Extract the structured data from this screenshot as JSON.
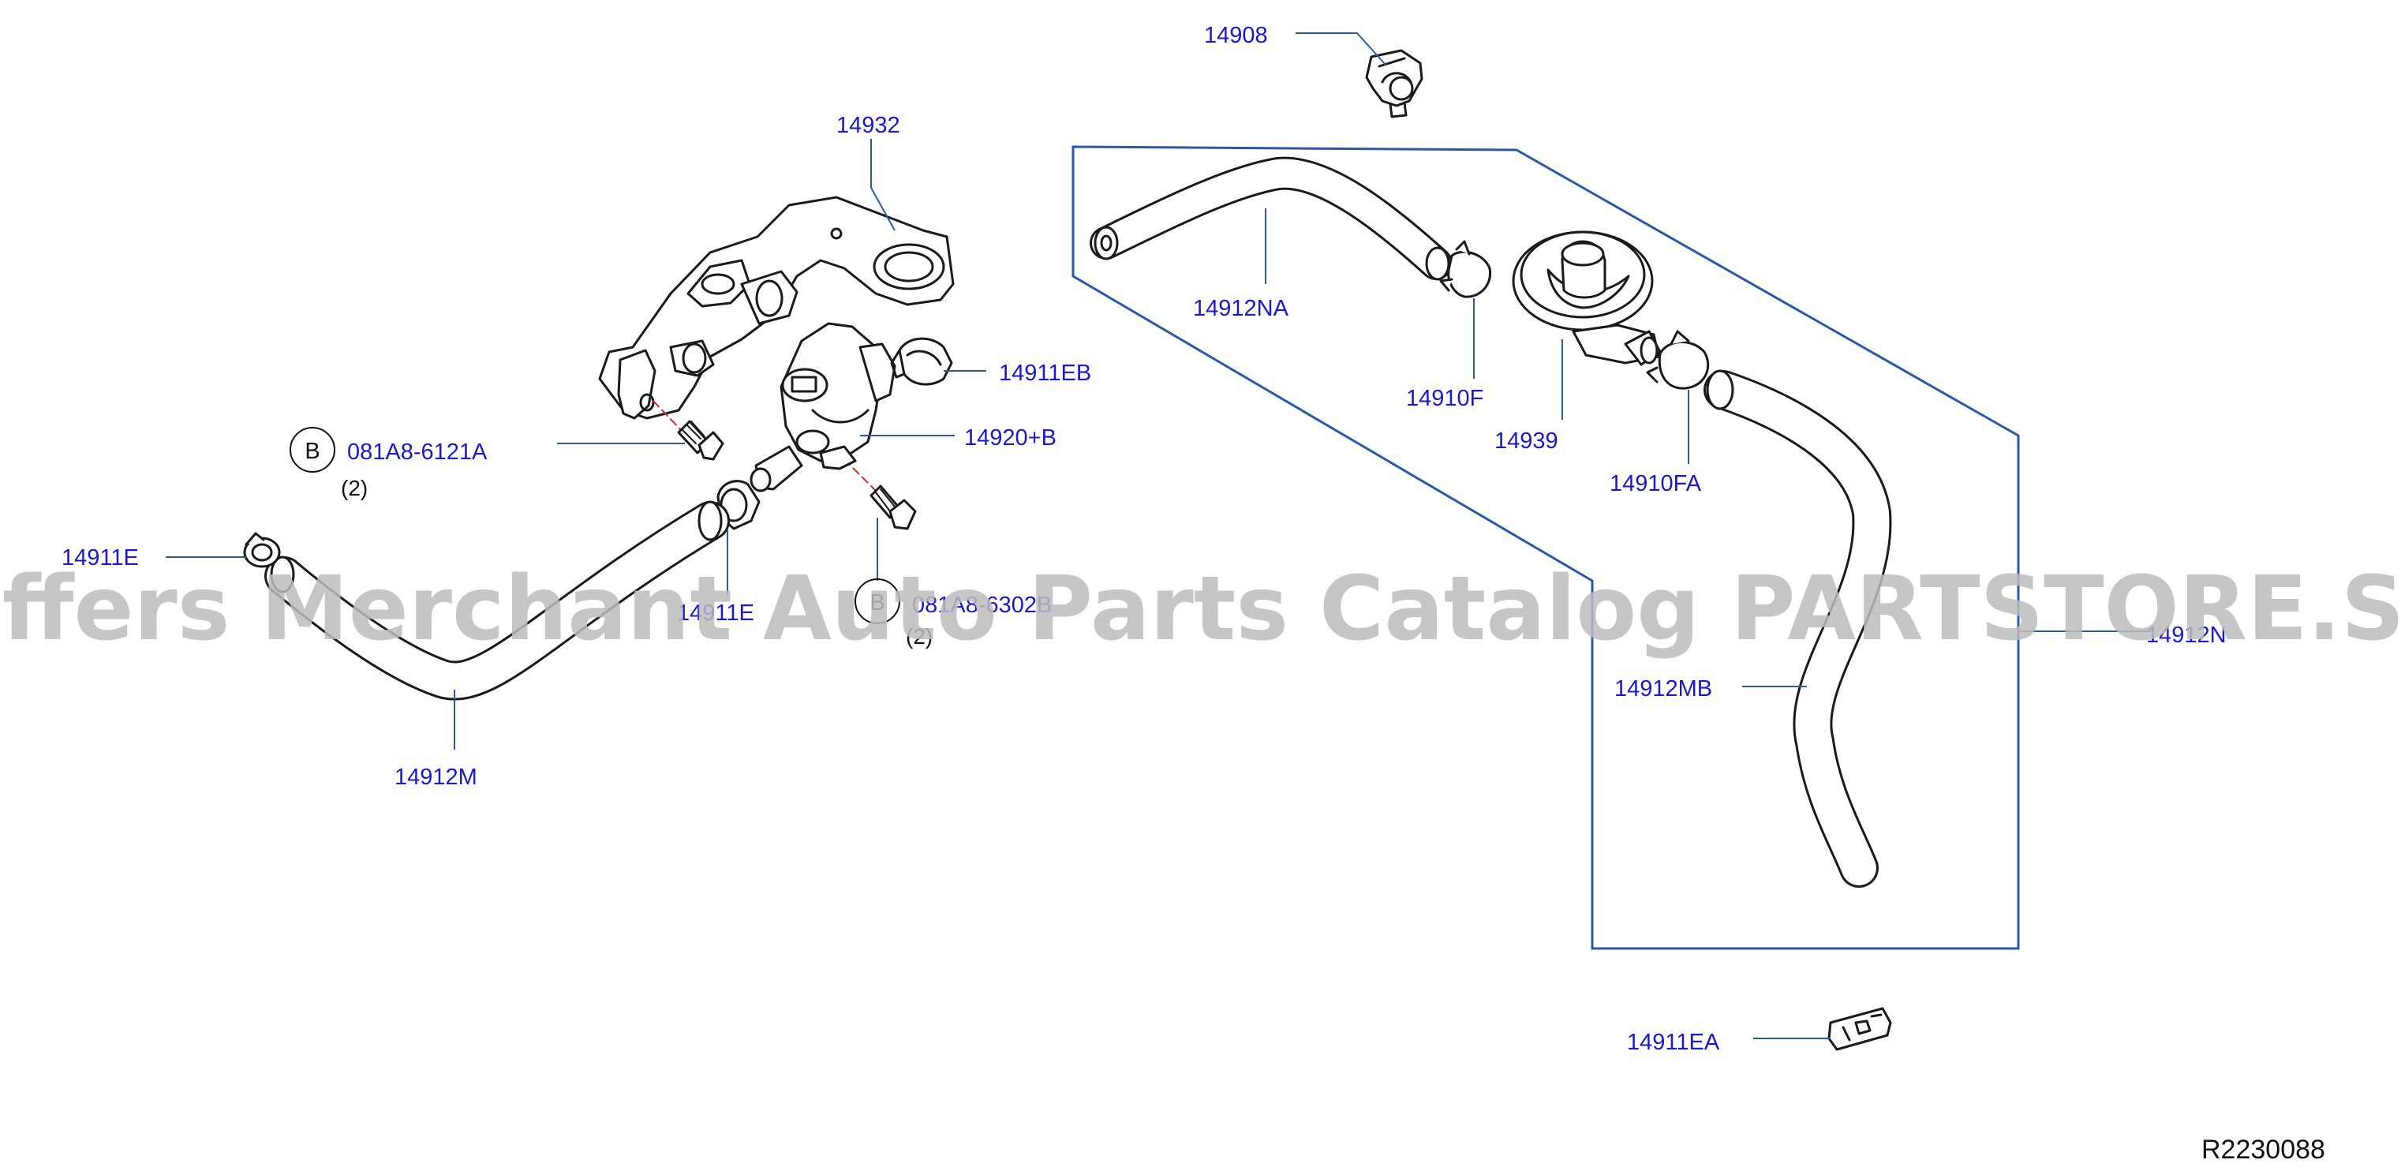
{
  "colors": {
    "label": "#1a1acd",
    "line": "#2b59a8",
    "part_stroke": "#1a1a1a",
    "part_fill": "#ffffff",
    "hole_dash": "#d62828",
    "watermark": "#bdbdbd",
    "black_text": "#111111"
  },
  "labels": {
    "p14908": "14908",
    "p14932": "14932",
    "p14911EB": "14911EB",
    "p14920B": "14920+B",
    "p081A8": "081A8-6121A",
    "qty1": "(2)",
    "bolt_symbol": "B",
    "p14911E_left": "14911E",
    "p14911E_mid": "14911E",
    "p081A8_2": "081A8-6302B",
    "qty2": "(2)",
    "bolt_symbol_2": "B",
    "p14912M": "14912M",
    "p14912NA": "14912NA",
    "p14910F": "14910F",
    "p14939": "14939",
    "p14910FA": "14910FA",
    "p14912N": "14912N",
    "p14912MB": "14912MB",
    "p14911EA": "14911EA",
    "ref": "R2230088"
  },
  "watermark": "Offers Merchant Auto Parts Catalog PARTSTORE.SA"
}
